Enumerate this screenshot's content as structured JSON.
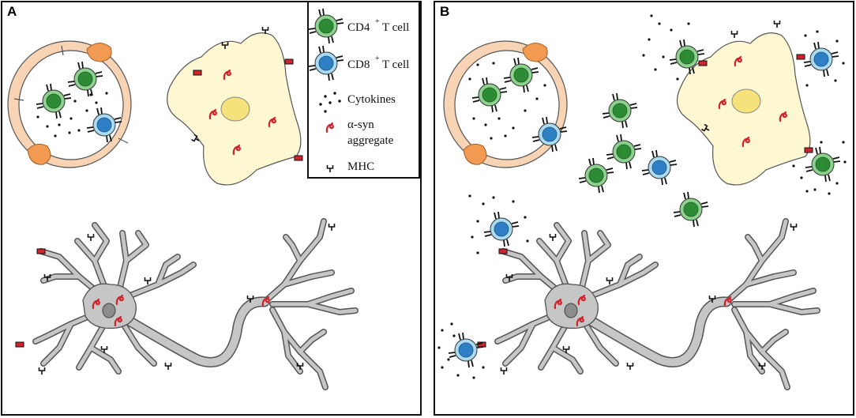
{
  "panels": [
    {
      "letter": "A"
    },
    {
      "letter": "B"
    }
  ],
  "legend": {
    "cd4_name": "CD4",
    "cd4_sup": "+",
    "cd4_suffix": "T cell",
    "cd8_name": "CD8",
    "cd8_sup": "+",
    "cd8_suffix": "T cell",
    "cytokines": "Cytokines",
    "asyn_line1": "α-syn",
    "asyn_line2": "aggregate",
    "mhc": "MHC"
  },
  "colors": {
    "cd4_outer": "#8ed18e",
    "cd4_inner": "#2d8a35",
    "cd8_outer": "#a9dcf3",
    "cd8_inner": "#2f7fc4",
    "vessel": "#f9d4b4",
    "pericyte": "#f39a52",
    "microglia": "#fdf7d2",
    "nucleus": "#f6e27a",
    "neuron": "#c6c6c6",
    "neuron_nucleus": "#8d8d8d",
    "asyn": "#d0232b",
    "mhc_tag": "#d0232b"
  },
  "icons": [
    "cd4-t-cell-icon",
    "cd8-t-cell-icon",
    "cytokine-dots-icon",
    "alpha-syn-icon",
    "mhc-icon"
  ]
}
